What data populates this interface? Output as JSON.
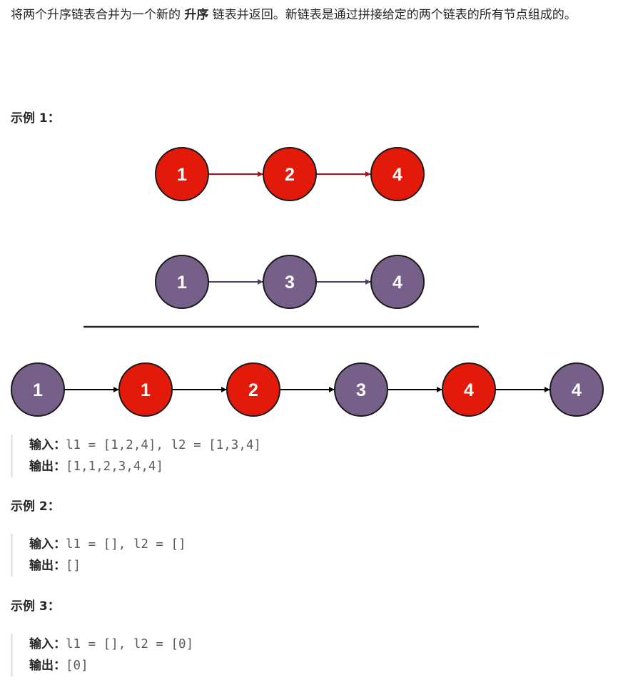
{
  "intro": {
    "before": "将两个升序链表合并为一个新的 ",
    "bold": "升序",
    "after": " 链表并返回。新链表是通过拼接给定的两个链表的所有节点组成的。"
  },
  "examples": [
    {
      "title": "示例 1：",
      "input_label": "输入：",
      "input_value": "l1 = [1,2,4], l2 = [1,3,4]",
      "output_label": "输出：",
      "output_value": "[1,1,2,3,4,4]"
    },
    {
      "title": "示例 2：",
      "input_label": "输入：",
      "input_value": "l1 = [], l2 = []",
      "output_label": "输出：",
      "output_value": "[]"
    },
    {
      "title": "示例 3：",
      "input_label": "输入：",
      "input_value": "l1 = [], l2 = [0]",
      "output_label": "输出：",
      "output_value": "[0]"
    }
  ],
  "diagram": {
    "list1": {
      "values": [
        "1",
        "2",
        "4"
      ],
      "color": "#e31a0a",
      "arrow_color": "#a3151b"
    },
    "list2": {
      "values": [
        "1",
        "3",
        "4"
      ],
      "color": "#76608a",
      "arrow_color": "#4f3e63"
    },
    "merged": [
      {
        "value": "1",
        "color": "#76608a"
      },
      {
        "value": "1",
        "color": "#e31a0a"
      },
      {
        "value": "2",
        "color": "#e31a0a"
      },
      {
        "value": "3",
        "color": "#76608a"
      },
      {
        "value": "4",
        "color": "#e31a0a"
      },
      {
        "value": "4",
        "color": "#76608a"
      }
    ],
    "merged_arrow_color": "#000000",
    "node_stroke": "#1a1a1a"
  }
}
